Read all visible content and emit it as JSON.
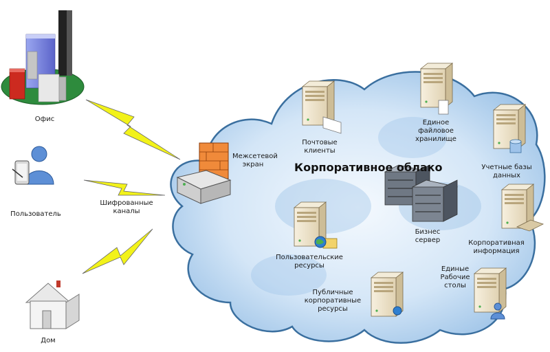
{
  "title": "Корпоративное облако",
  "channels_label": "Шифрованные каналы",
  "nodes": {
    "office": "Офис",
    "user": "Пользователь",
    "home": "Дом",
    "firewall": "Межсетевой экран",
    "mail": "Почтовые клиенты",
    "storage": "Единое файловое хранилище",
    "accounts": "Учетные базы данных",
    "business": "Бизнес сервер",
    "corp_info": "Корпоративная информация",
    "user_res": "Пользовательские ресурсы",
    "public_res": "Публичные корпоративные ресурсы",
    "desktops": "Единые Рабочие столы"
  },
  "colors": {
    "cloud_light": "#e6f1fb",
    "cloud_mid": "#9cc4e8",
    "cloud_edge": "#3a6f9f",
    "server_body": "#eadfc6",
    "lightning": "#f2f21a"
  }
}
